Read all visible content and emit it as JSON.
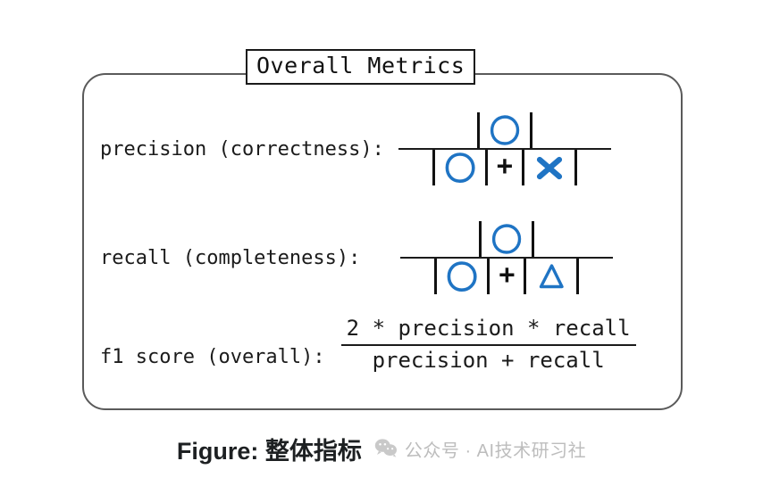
{
  "card": {
    "title": "Overall Metrics",
    "border_color": "#5a5a5a",
    "accent_blue": "#1f74c4"
  },
  "metrics": [
    {
      "id": "precision",
      "label": "precision (correctness):",
      "formula": {
        "numerator_symbols": [
          "pipe",
          "circle",
          "pipe"
        ],
        "denominator_symbols": [
          "pipe",
          "circle",
          "pipe",
          "plus",
          "pipe",
          "cross",
          "pipe"
        ],
        "numerator_text": "|O|",
        "denominator_text": "|O|+|X|"
      }
    },
    {
      "id": "recall",
      "label": "recall (completeness):",
      "formula": {
        "numerator_symbols": [
          "pipe",
          "circle",
          "pipe"
        ],
        "denominator_symbols": [
          "pipe",
          "circle",
          "pipe",
          "plus",
          "pipe",
          "triangle",
          "pipe"
        ],
        "numerator_text": "|O|",
        "denominator_text": "|O|+|△|"
      }
    },
    {
      "id": "f1",
      "label": "f1 score (overall):",
      "formula": {
        "numerator_text": "2 * precision * recall",
        "denominator_text": "precision + recall"
      }
    }
  ],
  "symbols": {
    "plus": "+",
    "circle_name": "blue-circle-glyph",
    "cross_name": "blue-cross-glyph",
    "triangle_name": "blue-triangle-glyph"
  },
  "caption": {
    "prefix": "Figure:",
    "text": "整体指标",
    "full": "Figure: 整体指标"
  },
  "watermark": {
    "icon": "wechat-icon",
    "text": "公众号 · AI技术研习社",
    "color": "#bdbdbd"
  }
}
